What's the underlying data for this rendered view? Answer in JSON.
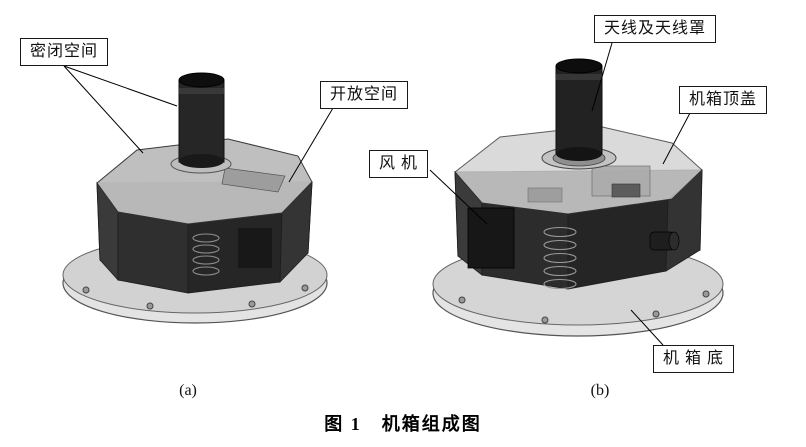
{
  "figure": {
    "caption": "图 1　机箱组成图",
    "sublabels": {
      "a": "(a)",
      "b": "(b)"
    },
    "callouts": [
      {
        "id": "sealed-space",
        "label": "密闭空间"
      },
      {
        "id": "open-space",
        "label": "开放空间"
      },
      {
        "id": "antenna-and-radome",
        "label": "天线及天线罩"
      },
      {
        "id": "chassis-top-cover",
        "label": "机箱顶盖"
      },
      {
        "id": "fan",
        "label": "风 机"
      },
      {
        "id": "chassis-bottom",
        "label": "机 箱 底"
      }
    ],
    "colors": {
      "leader_line": "#000000",
      "callout_border": "#1a1a1a",
      "background": "#ffffff"
    }
  }
}
